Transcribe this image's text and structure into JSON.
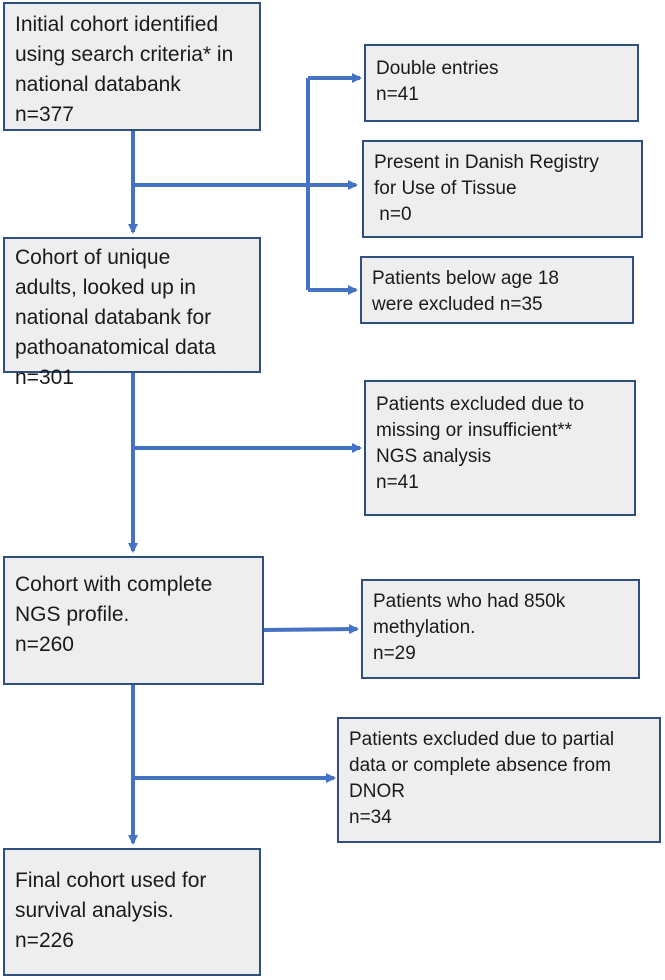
{
  "colors": {
    "arrow": "#4472c4",
    "box_fill": "#eeeeee",
    "box_border": "#2f4f7f"
  },
  "main_boxes": [
    {
      "lines": [
        "Initial cohort identified",
        "using search criteria* in",
        "national databank",
        "n=377"
      ]
    },
    {
      "lines": [
        "Cohort of unique",
        "adults, looked up in",
        "national databank for",
        "pathoanatomical data",
        "n=301"
      ]
    },
    {
      "lines": [
        "Cohort with complete",
        "NGS profile.",
        "n=260"
      ]
    },
    {
      "lines": [
        "Final cohort used for",
        "survival analysis.",
        "n=226"
      ]
    }
  ],
  "side_boxes": [
    {
      "lines": [
        "Double entries",
        "n=41"
      ]
    },
    {
      "lines": [
        "Present in Danish Registry",
        "for Use of Tissue",
        " n=0"
      ]
    },
    {
      "lines": [
        "Patients below age 18",
        "were excluded n=35"
      ]
    },
    {
      "lines": [
        "Patients excluded due to",
        "missing or insufficient**",
        "NGS analysis",
        "n=41"
      ]
    },
    {
      "lines": [
        "Patients who had 850k",
        "methylation.",
        "n=29"
      ]
    },
    {
      "lines": [
        "Patients excluded due to partial",
        "data or complete absence from",
        "DNOR",
        "n=34"
      ]
    }
  ]
}
